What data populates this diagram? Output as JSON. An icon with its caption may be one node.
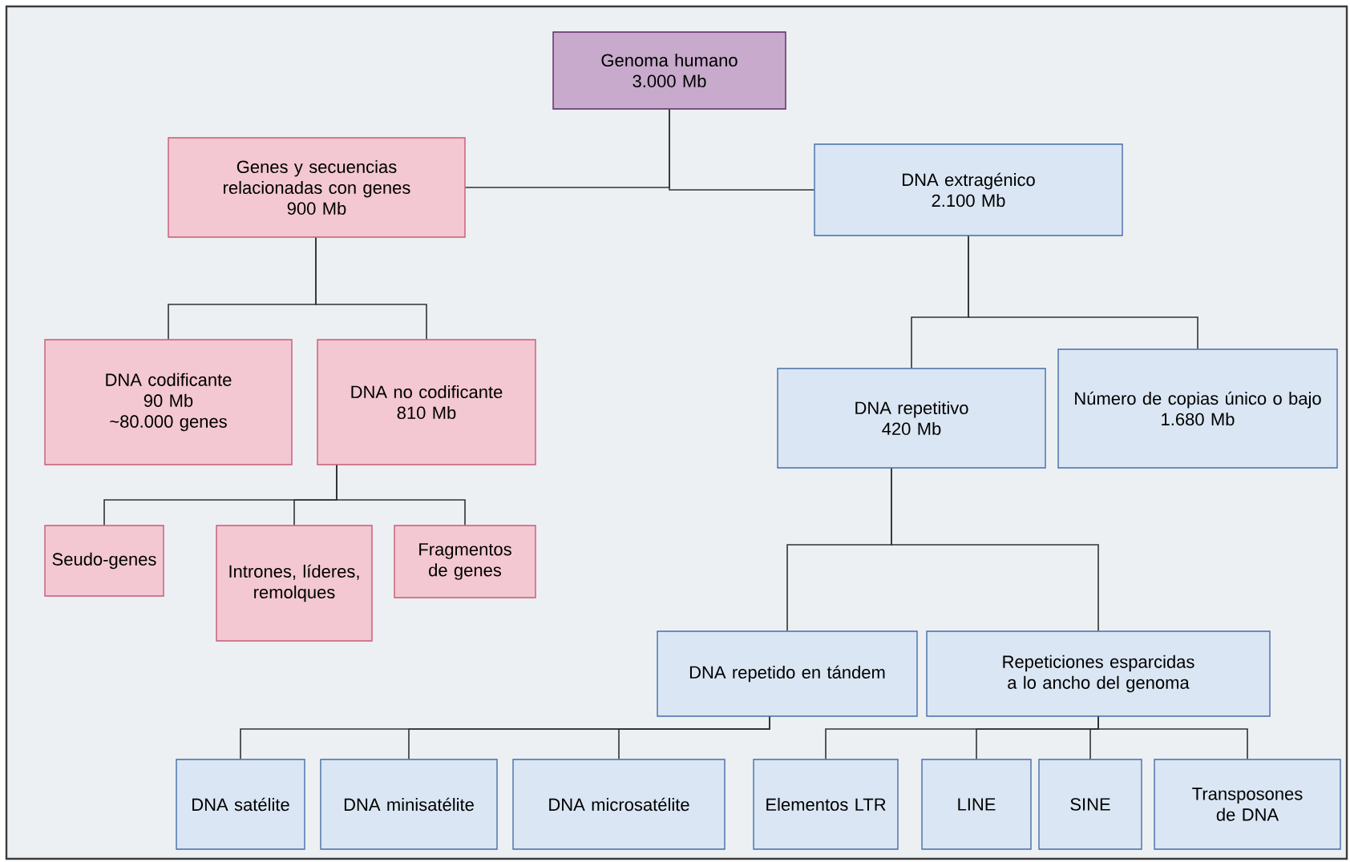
{
  "diagram": {
    "nodes": [
      {
        "text": [
          "Genoma humano",
          "3.000 Mb"
        ]
      },
      {
        "text": [
          "Genes y secuencias relacionadas con genes",
          "900 Mb"
        ]
      },
      {
        "text": [
          "DNA extragénico",
          "2.100 Mb"
        ]
      },
      {
        "text": [
          "DNA codificante",
          "90 Mb",
          "~80.000 genes"
        ]
      },
      {
        "text": [
          "DNA no codificante",
          "810 Mb"
        ]
      },
      {
        "text": [
          "DNA repetitivo",
          "420 Mb"
        ]
      },
      {
        "text": [
          "Número de copias único o bajo",
          "1.680 Mb"
        ]
      },
      {
        "text": [
          "Seudo-genes"
        ]
      },
      {
        "text": [
          "Intrones, líderes, remolques"
        ]
      },
      {
        "text": [
          "Fragmentos de genes"
        ]
      },
      {
        "text": [
          "DNA repetido en tándem"
        ]
      },
      {
        "text": [
          "Repeticiones esparcidas a lo ancho del genoma"
        ]
      },
      {
        "text": [
          "DNA satélite"
        ]
      },
      {
        "text": [
          "DNA minisatélite"
        ]
      },
      {
        "text": [
          "DNA microsatélite"
        ]
      },
      {
        "text": [
          "Elementos LTR"
        ]
      },
      {
        "text": [
          "LINE"
        ]
      },
      {
        "text": [
          "SINE"
        ]
      },
      {
        "text": [
          "Transposones de DNA"
        ]
      }
    ],
    "edges": [
      {
        "from": 0,
        "to": 1,
        "arrow": "none"
      },
      {
        "from": 0,
        "to": 2,
        "arrow": "none"
      },
      {
        "from": 1,
        "to": 3,
        "arrow": "none"
      },
      {
        "from": 1,
        "to": 4,
        "arrow": "none"
      },
      {
        "from": 2,
        "to": 5,
        "arrow": "none"
      },
      {
        "from": 2,
        "to": 6,
        "arrow": "none"
      },
      {
        "from": 4,
        "to": 7,
        "arrow": "none"
      },
      {
        "from": 4,
        "to": 8,
        "arrow": "none"
      },
      {
        "from": 4,
        "to": 9,
        "arrow": "none"
      },
      {
        "from": 5,
        "to": 10,
        "arrow": "none"
      },
      {
        "from": 5,
        "to": 11,
        "arrow": "none"
      },
      {
        "from": 10,
        "to": 12,
        "arrow": "none"
      },
      {
        "from": 10,
        "to": 13,
        "arrow": "none"
      },
      {
        "from": 10,
        "to": 14,
        "arrow": "none"
      },
      {
        "from": 11,
        "to": 15,
        "arrow": "none"
      },
      {
        "from": 11,
        "to": 16,
        "arrow": "none"
      },
      {
        "from": 11,
        "to": 17,
        "arrow": "none"
      },
      {
        "from": 11,
        "to": 18,
        "arrow": "none"
      }
    ]
  }
}
